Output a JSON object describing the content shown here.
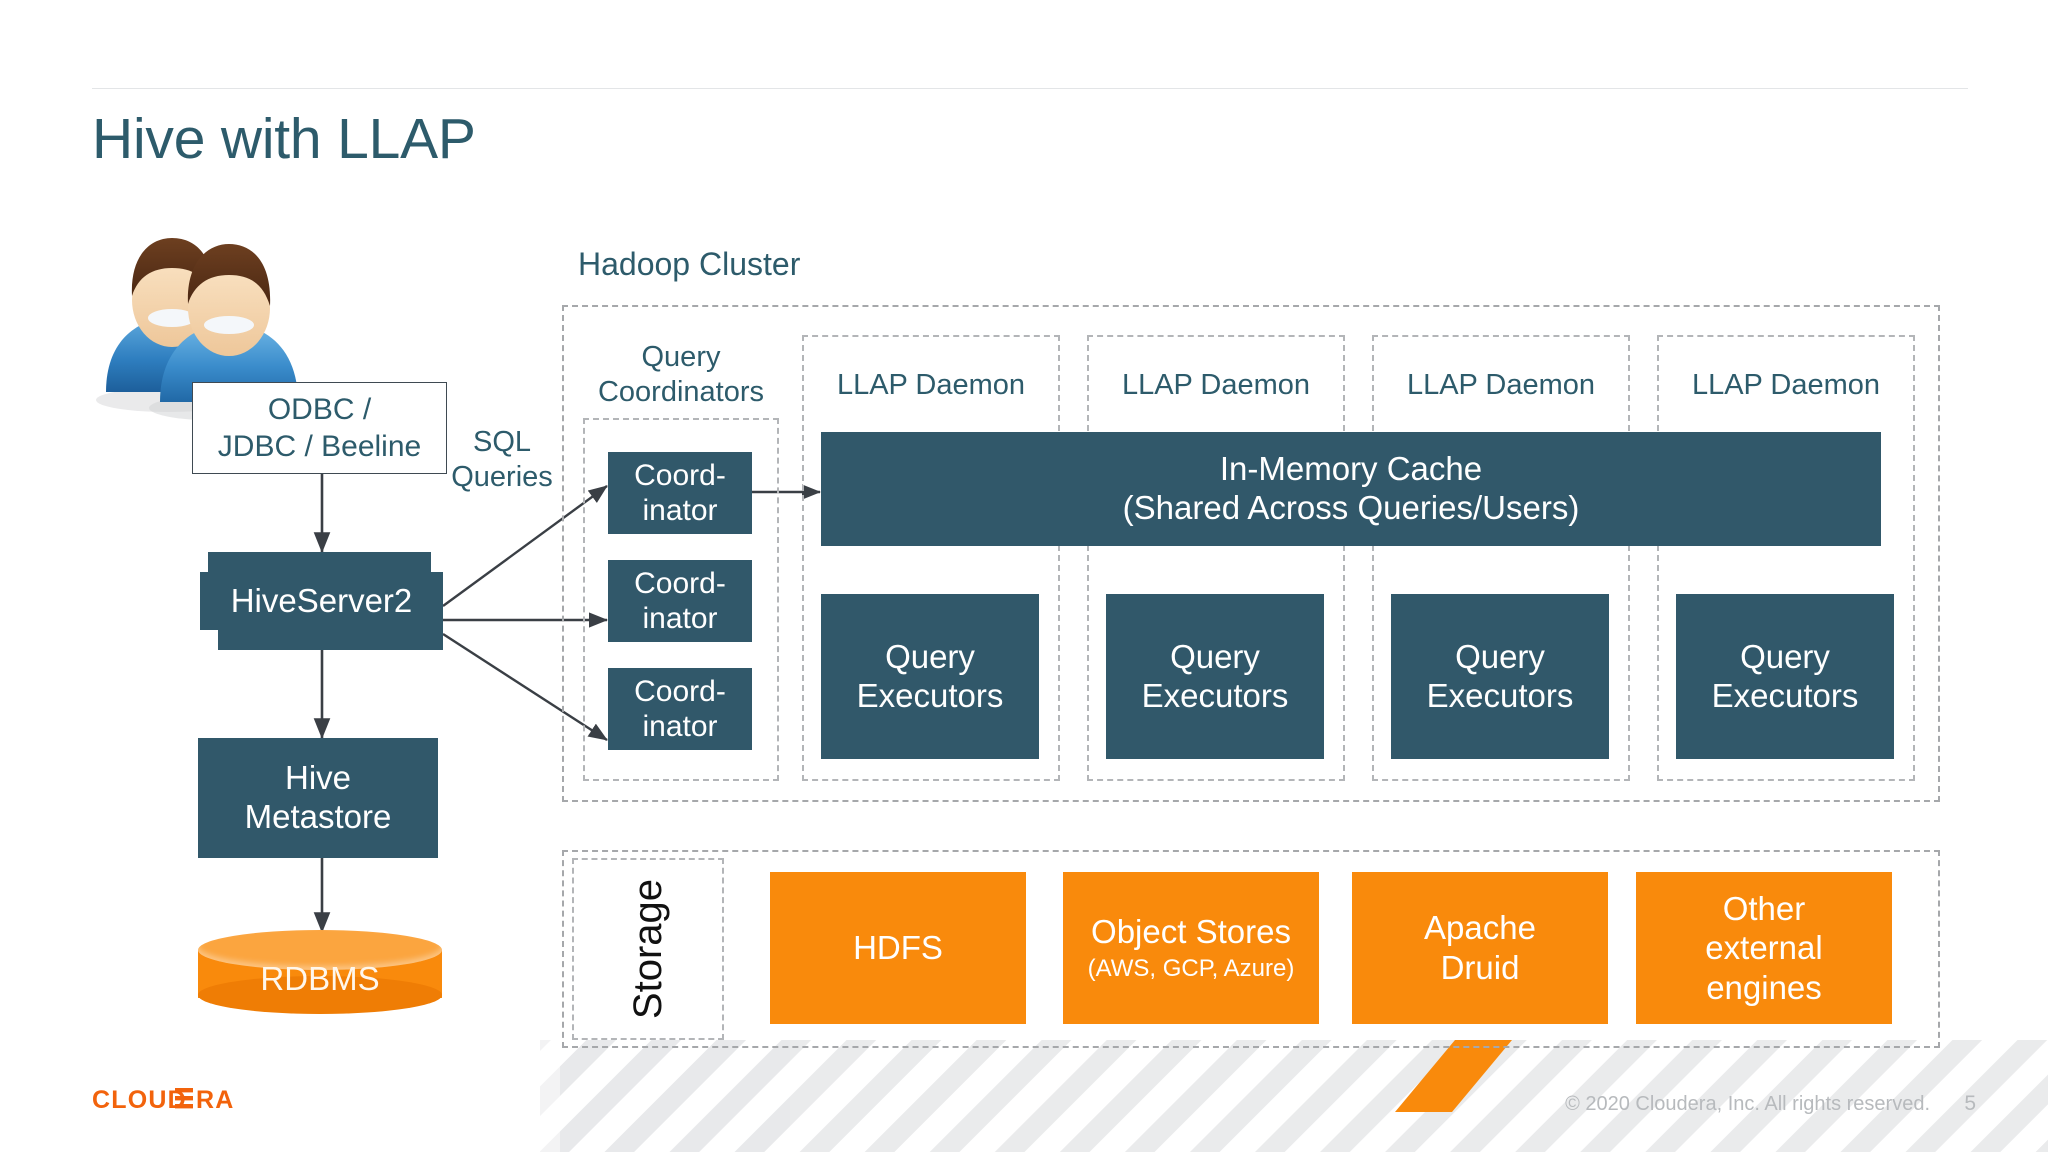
{
  "slide": {
    "title": "Hive with LLAP",
    "page_number": "5",
    "copyright": "© 2020 Cloudera, Inc. All rights reserved.",
    "logo_text": "CLOUDERA"
  },
  "colors": {
    "teal": "#31586a",
    "orange": "#f98a0c",
    "title_teal": "#2d5b6b",
    "dashed_gray": "#a6a8ab"
  },
  "client_side": {
    "connector_box": {
      "line1": "ODBC /",
      "line2": "JDBC / Beeline"
    },
    "sql_queries": {
      "line1": "SQL",
      "line2": "Queries"
    },
    "hiveserver2": "HiveServer2",
    "metastore": {
      "line1": "Hive",
      "line2": "Metastore"
    },
    "rdbms": "RDBMS"
  },
  "cluster": {
    "title": "Hadoop Cluster",
    "coordinators_group": {
      "line1": "Query",
      "line2": "Coordinators"
    },
    "coordinators": [
      {
        "line1": "Coord-",
        "line2": "inator"
      },
      {
        "line1": "Coord-",
        "line2": "inator"
      },
      {
        "line1": "Coord-",
        "line2": "inator"
      }
    ],
    "daemons": [
      {
        "label": "LLAP Daemon"
      },
      {
        "label": "LLAP Daemon"
      },
      {
        "label": "LLAP Daemon"
      },
      {
        "label": "LLAP Daemon"
      }
    ],
    "cache": {
      "line1": "In-Memory Cache",
      "line2": "(Shared Across Queries/Users)"
    },
    "executors": [
      {
        "line1": "Query",
        "line2": "Executors"
      },
      {
        "line1": "Query",
        "line2": "Executors"
      },
      {
        "line1": "Query",
        "line2": "Executors"
      },
      {
        "line1": "Query",
        "line2": "Executors"
      }
    ]
  },
  "storage": {
    "label": "Storage",
    "items": [
      {
        "line1": "HDFS",
        "line2": ""
      },
      {
        "line1": "Object Stores",
        "line2": "(AWS, GCP, Azure)"
      },
      {
        "line1": "Apache",
        "line2": "Druid"
      },
      {
        "line1": "Other",
        "line2": "external",
        "line3": "engines"
      }
    ]
  }
}
